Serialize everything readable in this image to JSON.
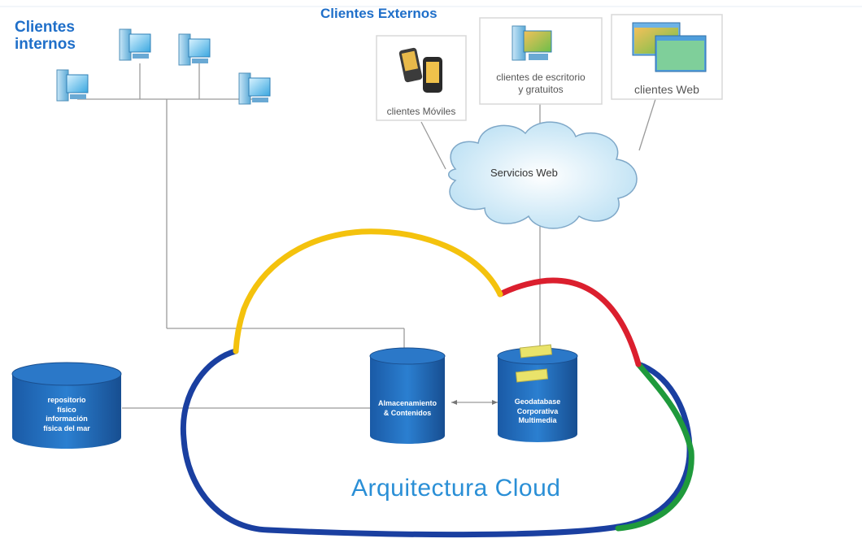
{
  "internal": {
    "title_line1": "Clientes",
    "title_line2": "internos"
  },
  "external": {
    "title": "Clientes Externos",
    "cards": [
      {
        "label": "clientes Móviles"
      },
      {
        "label_line1": "clientes de escritorio",
        "label_line2": "y gratuitos"
      },
      {
        "label": "clientes Web"
      }
    ]
  },
  "web_services": {
    "label": "Servicios Web"
  },
  "repository": {
    "line1": "repositorio",
    "line2": "físico",
    "line3": "información",
    "line4": "física del mar"
  },
  "cylinder_center": {
    "line1": "Almacenamiento",
    "line2": "& Contenidos"
  },
  "cylinder_right": {
    "line1": "Geodatabase",
    "line2": "Corporativa",
    "line3": "Multimedia"
  },
  "cloud": {
    "title": "Arquitectura Cloud"
  },
  "colors": {
    "accent_blue": "#1f6fc9",
    "cloud_blue": "#1a3fa0",
    "cloud_yellow": "#f4c20d",
    "cloud_red": "#db1f2e",
    "cloud_green": "#1f9a3c",
    "cylinder": "#1e64b4"
  },
  "icons": [
    "desktop-computer-icon",
    "mobile-phone-icon",
    "web-window-icon",
    "database-icon",
    "document-icon"
  ]
}
